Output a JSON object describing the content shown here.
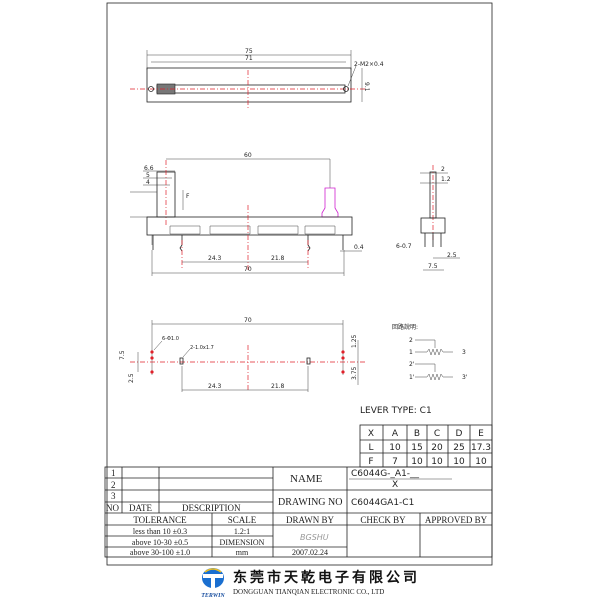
{
  "drawing": {
    "top_view": {
      "dim_overall": "75",
      "dim_holes": "71",
      "mount_note": "2-M2×0.4",
      "dim_height": "9.1"
    },
    "front_view": {
      "dim_lever_travel": "60",
      "dim_66": "6.6",
      "dim_5": "5",
      "dim_4": "4",
      "dim_f": "F",
      "dim_left": "24.3",
      "dim_right": "21.8",
      "dim_overall": "70",
      "dim_pin": "0.4"
    },
    "side_view": {
      "dim_2": "2",
      "dim_12": "1.2",
      "dim_pins": "6-0.7",
      "dim_25": "2.5",
      "dim_75": "7.5"
    },
    "bottom_view": {
      "dim_overall": "70",
      "hole_note": "6-Φ1.0",
      "slot_note": "2-1.0x1.7",
      "dim_left": "24.3",
      "dim_right": "21.8",
      "dim_75": "7.5",
      "dim_25": "2.5",
      "dim_125": "1.25",
      "dim_375": "3.75"
    },
    "circuit": {
      "title": "回路說明:",
      "pins_a": [
        "2",
        "1",
        "3"
      ],
      "pins_b": [
        "2'",
        "1'",
        "3'"
      ]
    }
  },
  "lever": {
    "title": "LEVER TYPE: C1",
    "header": [
      "X",
      "A",
      "B",
      "C",
      "D",
      "E"
    ],
    "rows": [
      [
        "L",
        "10",
        "15",
        "20",
        "25",
        "17.3"
      ],
      [
        "F",
        "7",
        "10",
        "10",
        "10",
        "10"
      ]
    ]
  },
  "title_block": {
    "revisions": [
      "1",
      "2",
      "3"
    ],
    "rev_headers": {
      "no": "NO",
      "date": "DATE",
      "description": "DESCRIPTION"
    },
    "name_label": "NAME",
    "name_value": "C6044G-_A1-__",
    "name_sub": "X",
    "drawing_no_label": "DRAWING NO",
    "drawing_no_value": "C6044GA1-C1",
    "tolerance_label": "TOLERANCE",
    "tolerances": [
      "less than  10  ±0.3",
      "above 10-30 ±0.5",
      "above 30-100 ±1.0"
    ],
    "scale_label": "SCALE",
    "scale_value": "1.2:1",
    "dimension_label": "DIMENSION",
    "dimension_value": "mm",
    "drawn_by_label": "DRAWN BY",
    "drawn_by_value": "BGSHU",
    "date_value": "2007.02.24",
    "check_by_label": "CHECK BY",
    "approved_by_label": "APPROVED BY"
  },
  "company": {
    "logo_text": "TERWIN",
    "name_cn": "东莞市天乾电子有限公司",
    "name_en": "DONGGUAN TIANQIAN  ELECTRONIC CO., LTD",
    "logo_color": "#1a6fd0",
    "logo_accent": "#f0c020"
  }
}
